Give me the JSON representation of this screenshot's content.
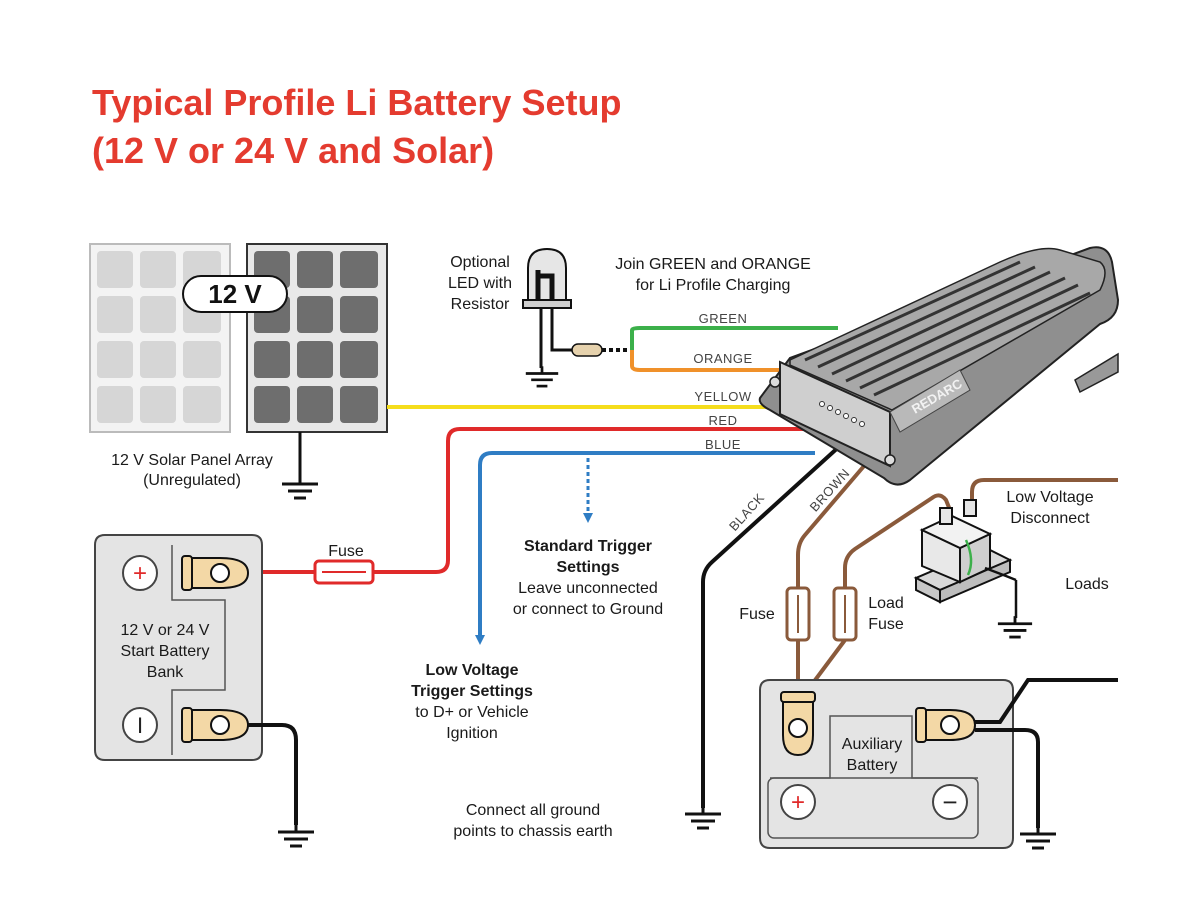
{
  "title": {
    "line1": "Typical Profile Li Battery Setup",
    "line2": "(12 V or 24 V and Solar)"
  },
  "colors": {
    "title": "#e43b2f",
    "wire_green": "#3cb04a",
    "wire_orange": "#f0912a",
    "wire_yellow": "#f5dd1c",
    "wire_red": "#e02a2a",
    "wire_blue": "#2f7dc4",
    "wire_brown": "#8a5a3b",
    "wire_black": "#111111",
    "fuse_red": "#e02a2a",
    "fuse_brown": "#8a5a3b",
    "panel_light": "#d6d6d6",
    "panel_dark": "#6e6e6e",
    "battery_fill": "#e4e4e4",
    "terminal_gold": "#f3d8a6",
    "charger_body": "#9a9a9a"
  },
  "solar": {
    "badge": "12 V",
    "label_line1": "12 V Solar Panel Array",
    "label_line2": "(Unregulated)"
  },
  "led": {
    "line1": "Optional",
    "line2": "LED with",
    "line3": "Resistor"
  },
  "join_note": {
    "line1": "Join GREEN and ORANGE",
    "line2": "for Li Profile Charging"
  },
  "wires": {
    "green": "GREEN",
    "orange": "ORANGE",
    "yellow": "YELLOW",
    "red": "RED",
    "blue": "BLUE",
    "black": "BLACK",
    "brown": "BROWN"
  },
  "charger": {
    "brand": "REDARC"
  },
  "start_battery": {
    "line1": "12 V or 24 V",
    "line2": "Start Battery",
    "line3": "Bank",
    "plus": "+",
    "minus": "I"
  },
  "fuse_label": "Fuse",
  "standard_trigger": {
    "line1": "Standard Trigger",
    "line2": "Settings",
    "line3": "Leave unconnected",
    "line4": "or connect to Ground"
  },
  "low_trigger": {
    "line1": "Low Voltage",
    "line2": "Trigger Settings",
    "line3": "to D+ or Vehicle",
    "line4": "Ignition"
  },
  "ground_note": {
    "line1": "Connect all ground",
    "line2": "points to chassis earth"
  },
  "aux_fuse": "Fuse",
  "load_fuse": {
    "line1": "Load",
    "line2": "Fuse"
  },
  "lvd": {
    "line1": "Low Voltage",
    "line2": "Disconnect"
  },
  "loads": "Loads",
  "aux_battery": {
    "line1": "Auxiliary",
    "line2": "Battery",
    "plus": "+",
    "minus": "−"
  }
}
